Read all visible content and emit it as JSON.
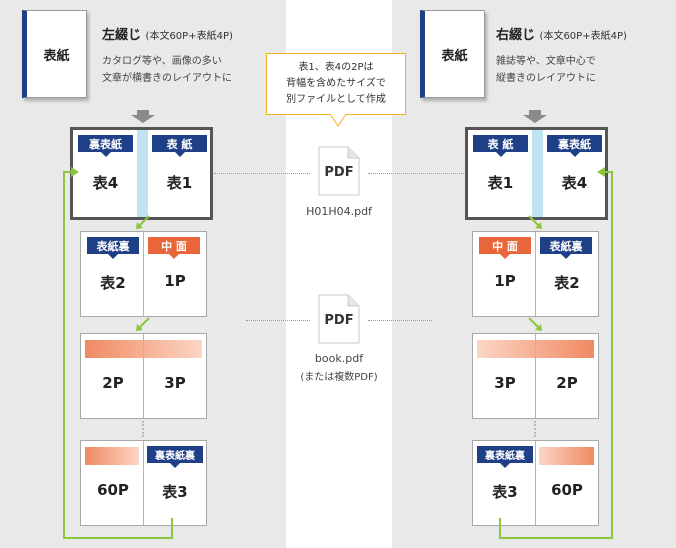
{
  "left": {
    "book_label": "表紙",
    "title": "左綴じ",
    "title_sub": "(本文60P+表紙4P)",
    "desc1": "カタログ等や、画像の多い",
    "desc2": "文章が横書きのレイアウトに",
    "s1": {
      "tl": "裏表紙",
      "tr": "表 紙",
      "l": "表4",
      "r": "表1"
    },
    "s2": {
      "tl": "表紙裏",
      "tr": "中 面",
      "l": "表2",
      "r": "1P"
    },
    "s3": {
      "l": "2P",
      "r": "3P"
    },
    "s4": {
      "tr": "裏表紙裏",
      "l": "60P",
      "r": "表3"
    }
  },
  "right": {
    "book_label": "表紙",
    "title": "右綴じ",
    "title_sub": "(本文60P+表紙4P)",
    "desc1": "雑誌等や、文章中心で",
    "desc2": "縦書きのレイアウトに",
    "s1": {
      "tl": "表 紙",
      "tr": "裏表紙",
      "l": "表1",
      "r": "表4"
    },
    "s2": {
      "tl": "中 面",
      "tr": "表紙裏",
      "l": "1P",
      "r": "表2"
    },
    "s3": {
      "l": "3P",
      "r": "2P"
    },
    "s4": {
      "tl": "裏表紙裏",
      "l": "表3",
      "r": "60P"
    }
  },
  "callout": {
    "line1": "表1、表4の2Pは",
    "line2": "背幅を含めたサイズで",
    "line3": "別ファイルとして作成"
  },
  "pdf1": {
    "icon": "PDF",
    "name": "H01H04.pdf"
  },
  "pdf2": {
    "icon": "PDF",
    "name": "book.pdf",
    "note": "(または複数PDF)"
  },
  "colors": {
    "navy": "#1f3f86",
    "orange": "#e8663a",
    "green": "#8cc63f",
    "spine": "#bfe3f2",
    "arrow": "#888888"
  }
}
